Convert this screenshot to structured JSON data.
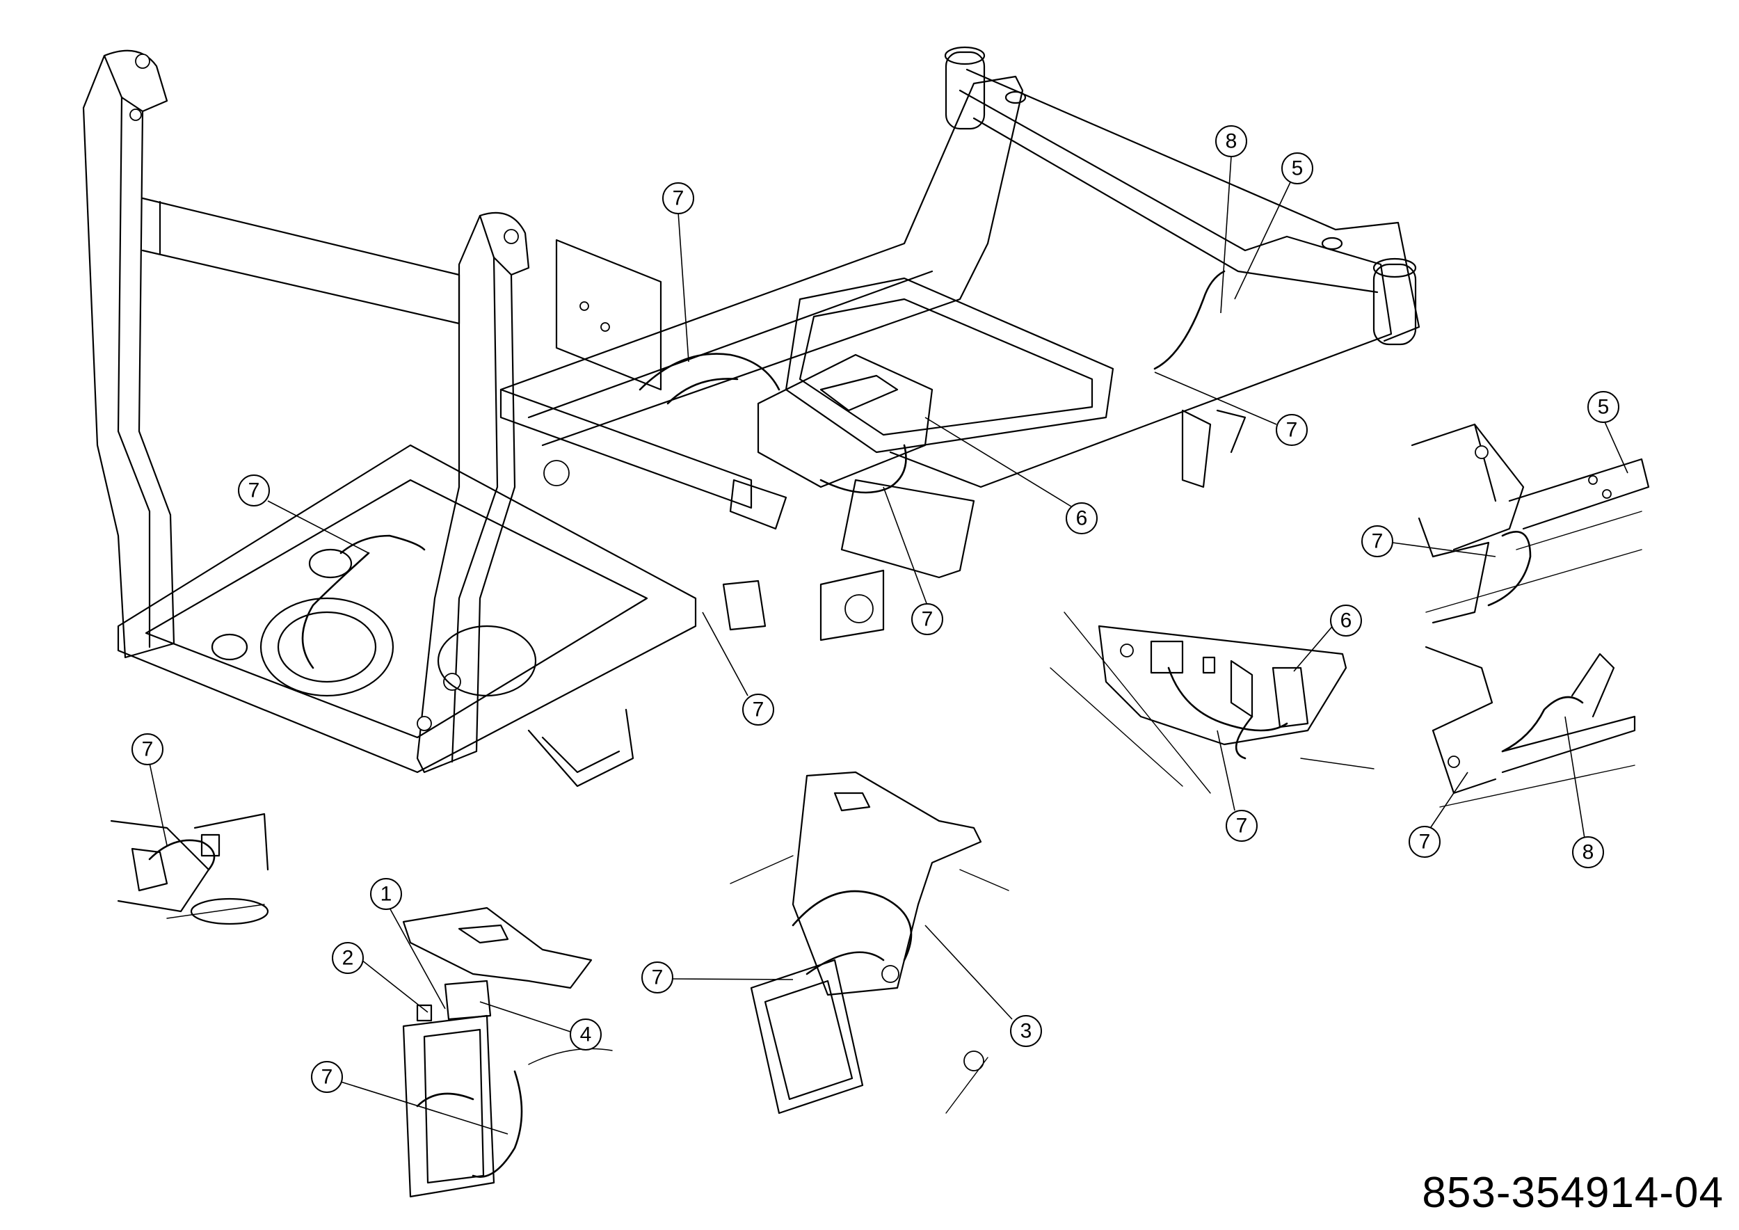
{
  "document_number": "853-354914-04",
  "callouts": [
    {
      "id": "c1",
      "label": "7"
    },
    {
      "id": "c2",
      "label": "8"
    },
    {
      "id": "c3",
      "label": "5"
    },
    {
      "id": "c4",
      "label": "7"
    },
    {
      "id": "c5",
      "label": "6"
    },
    {
      "id": "c6",
      "label": "7"
    },
    {
      "id": "c7",
      "label": "7"
    },
    {
      "id": "c8",
      "label": "7"
    },
    {
      "id": "c9",
      "label": "5"
    },
    {
      "id": "c10",
      "label": "7"
    },
    {
      "id": "c11",
      "label": "6"
    },
    {
      "id": "c12",
      "label": "7"
    },
    {
      "id": "c13",
      "label": "7"
    },
    {
      "id": "c14",
      "label": "8"
    },
    {
      "id": "c15",
      "label": "7"
    },
    {
      "id": "c16",
      "label": "1"
    },
    {
      "id": "c17",
      "label": "2"
    },
    {
      "id": "c18",
      "label": "4"
    },
    {
      "id": "c19",
      "label": "7"
    },
    {
      "id": "c20",
      "label": "7"
    },
    {
      "id": "c21",
      "label": "3"
    }
  ]
}
